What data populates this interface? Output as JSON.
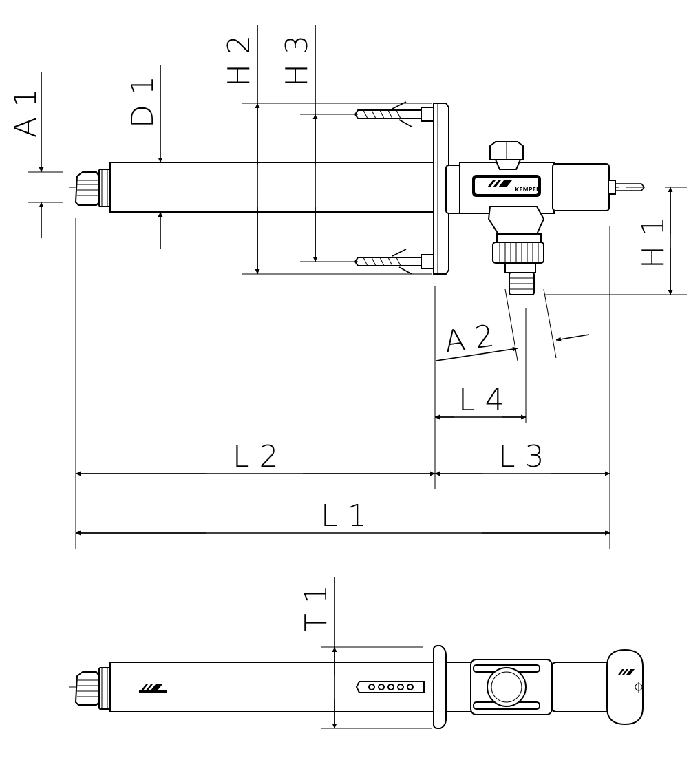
{
  "drawing": {
    "manufacturer_logo": "KEMPER",
    "dimensions": {
      "a1": "A 1",
      "d1": "D 1",
      "h2": "H 2",
      "h3": "H 3",
      "h1": "H 1",
      "a2": "A 2",
      "l4": "L 4",
      "l2": "L 2",
      "l3": "L 3",
      "l1": "L 1",
      "t1": "T 1"
    }
  }
}
